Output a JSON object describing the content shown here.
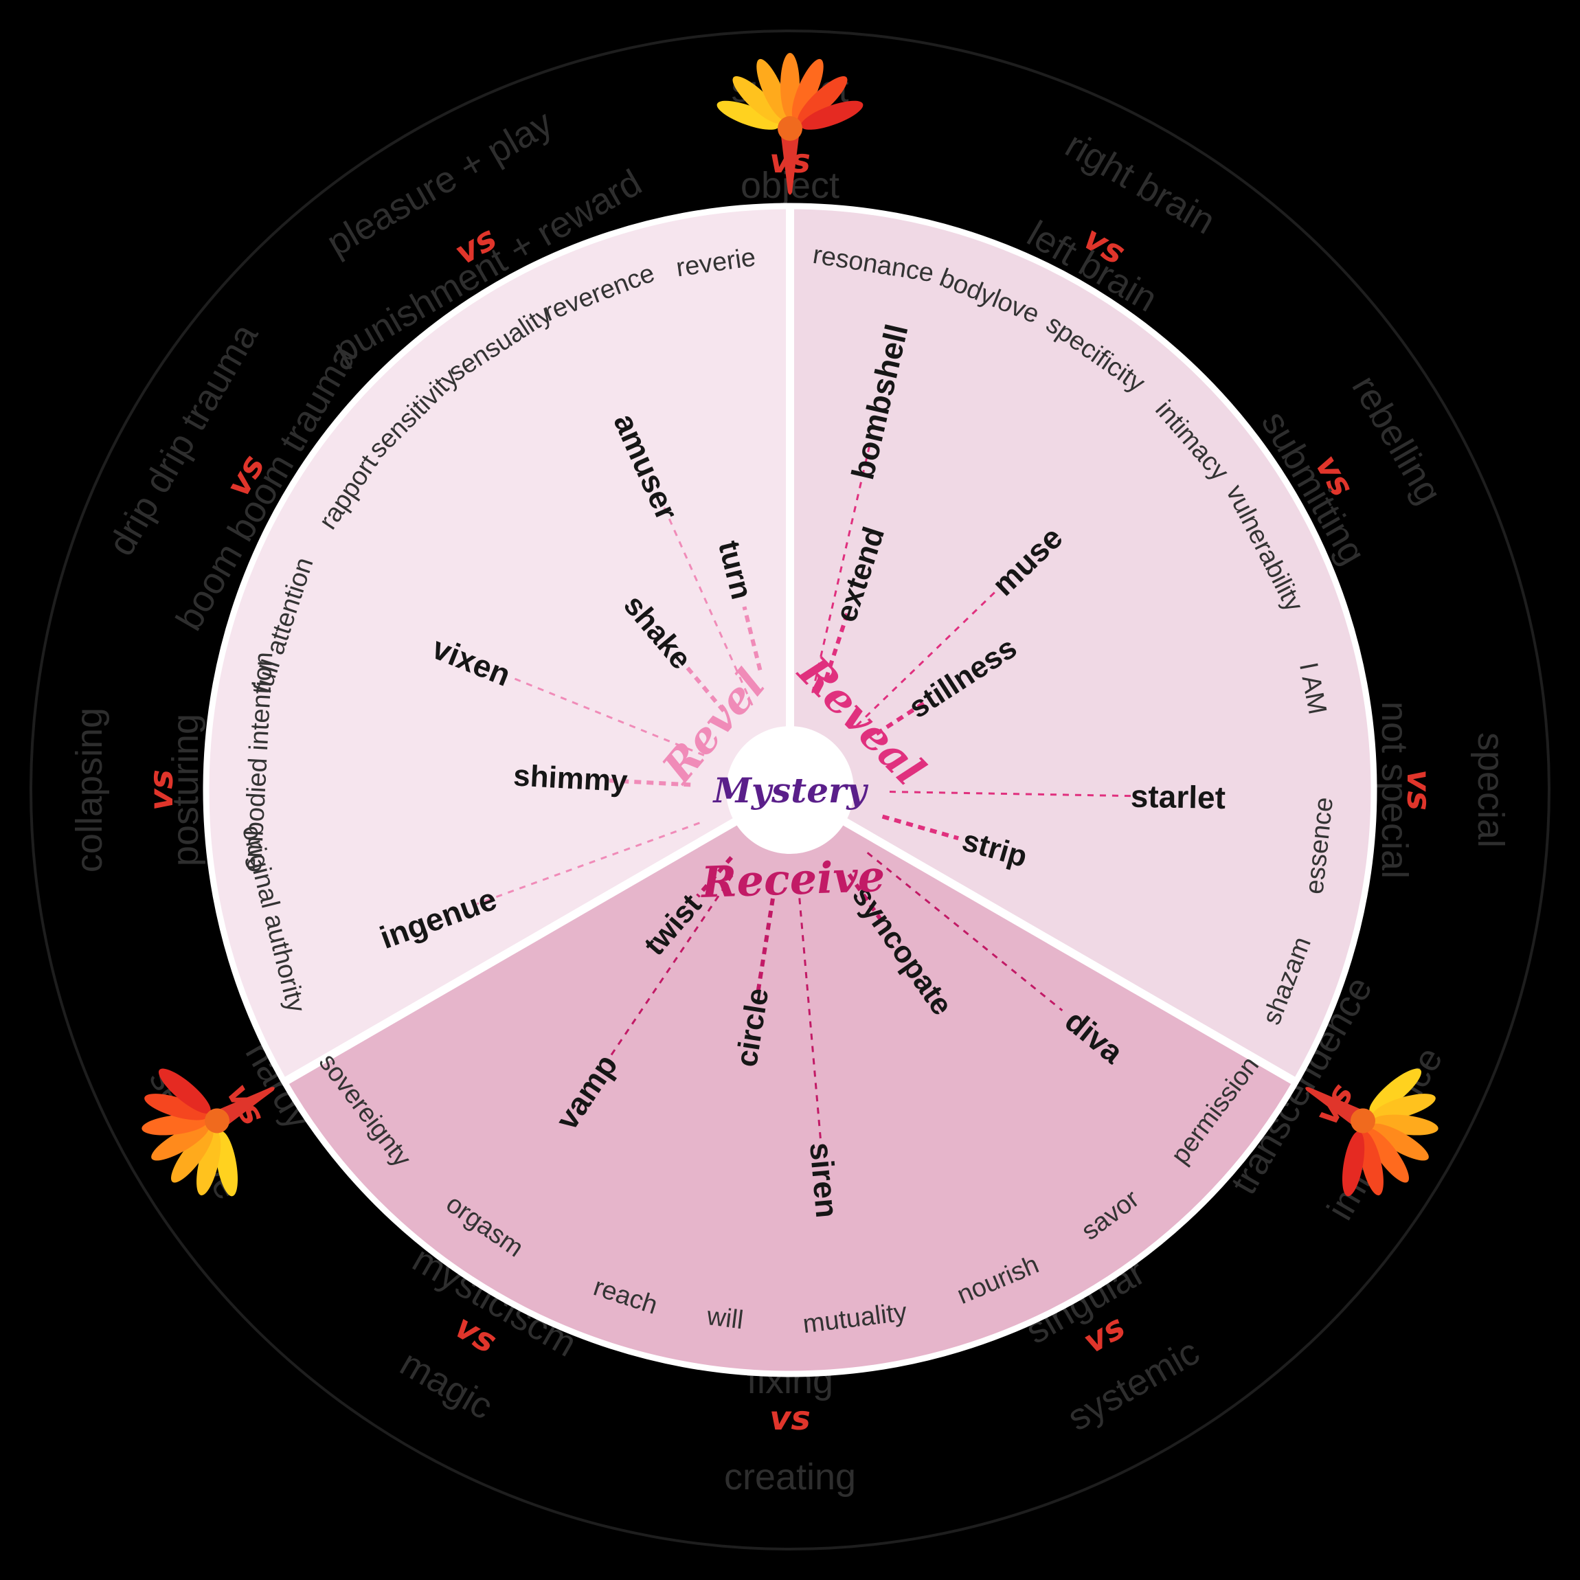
{
  "center": {
    "label": "Mystery",
    "color": "#5a1f8a"
  },
  "colors": {
    "background": "#000000",
    "outer_ring": "#1e1e1e",
    "divider": "#ffffff",
    "revel_bg": "#f6e5ee",
    "reveal_bg": "#f0d9e5",
    "receive_bg": "#e6b5cb",
    "revel_accent": "#f08bb8",
    "reveal_accent": "#e0307e",
    "receive_accent": "#c21a66",
    "vs": "#e0352b"
  },
  "outer_pairs": [
    {
      "a": "pleasure + play",
      "vs": "vs",
      "b": "punishment + reward"
    },
    {
      "a": "subject",
      "vs": "vs",
      "b": "object"
    },
    {
      "a": "right brain",
      "vs": "vs",
      "b": "left brain"
    },
    {
      "a": "rebelling",
      "vs": "vs",
      "b": "submitting"
    },
    {
      "a": "special",
      "vs": "vs",
      "b": "not special"
    },
    {
      "a": "immanence",
      "vs": "vs",
      "b": "transcendence"
    },
    {
      "a": "systemic",
      "vs": "vs",
      "b": "singular"
    },
    {
      "a": "creating",
      "vs": "vs",
      "b": "fixing"
    },
    {
      "a": "magic",
      "vs": "vs",
      "b": "mysticiscm"
    },
    {
      "a": "sensitive",
      "vs": "vs",
      "b": "hardy"
    },
    {
      "a": "collapsing",
      "vs": "vs",
      "b": "posturing"
    },
    {
      "a": "drip drip trauma",
      "vs": "vs",
      "b": "boom boom trauma"
    }
  ],
  "sections": [
    {
      "id": "revel",
      "label": "Revel",
      "qualities": [
        "reverie",
        "reverence",
        "sensuality",
        "sensitivity",
        "rapport",
        "full attention",
        "embodied intention",
        "original authority"
      ],
      "archetypes": [
        "amuser",
        "vixen",
        "ingenue"
      ],
      "movements": [
        "turn",
        "shake",
        "shimmy"
      ]
    },
    {
      "id": "reveal",
      "label": "Reveal",
      "qualities": [
        "resonance",
        "bodylove",
        "specificity",
        "intimacy",
        "vulnerability",
        "I AM",
        "essence",
        "shazam"
      ],
      "archetypes": [
        "bombshell",
        "muse",
        "starlet"
      ],
      "movements": [
        "extend",
        "stillness",
        "strip"
      ]
    },
    {
      "id": "receive",
      "label": "Receive",
      "qualities": [
        "permission",
        "savor",
        "nourish",
        "mutuality",
        "will",
        "reach",
        "orgasm",
        "sovereignty"
      ],
      "archetypes": [
        "diva",
        "siren",
        "vamp"
      ],
      "movements": [
        "syncopate",
        "circle",
        "twist"
      ]
    }
  ]
}
